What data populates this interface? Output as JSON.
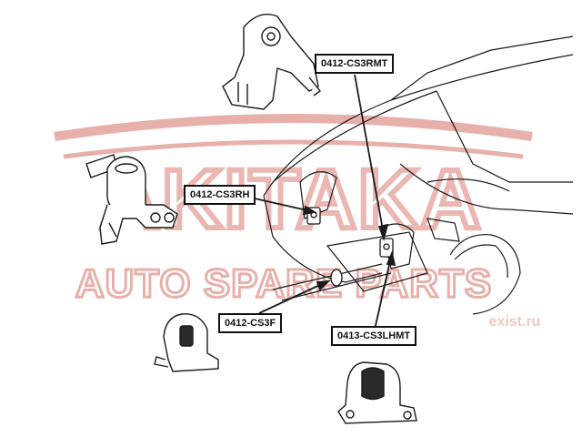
{
  "watermark": {
    "brand": "AKITAKA",
    "tagline": "AUTO SPARE PARTS",
    "site": "exist.ru",
    "color": "#e8b0aa"
  },
  "callouts": {
    "rear_mount": "0412-CS3RMT",
    "right_mount": "0412-CS3RH",
    "front_mount": "0412-CS3F",
    "left_mount": "0413-CS3LHMT"
  },
  "colors": {
    "line": "#1a1a1a",
    "fill": "#ffffff"
  }
}
